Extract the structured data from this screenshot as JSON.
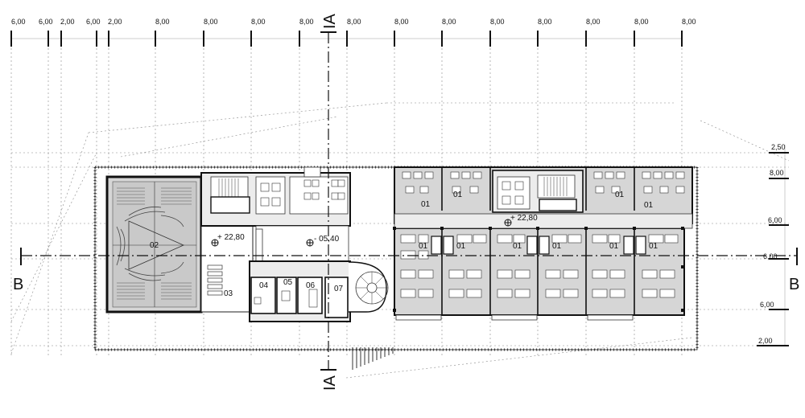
{
  "top_dimensions": [
    "6,00",
    "6,00",
    "2,00",
    "6,00",
    "2,00",
    "8,00",
    "8,00",
    "8,00",
    "8,00",
    "8,00",
    "8,00",
    "8,00",
    "8,00",
    "8,00",
    "8,00",
    "8,00",
    "8,00"
  ],
  "right_dimensions": [
    "2,50",
    "8,00",
    "6,00",
    "6,00",
    "6,00",
    "2,00"
  ],
  "section_marks": {
    "a_top": "IA",
    "a_bottom": "IA",
    "b_left": "B",
    "b_right": "B"
  },
  "levels": {
    "left_hall": "+ 22,80",
    "center": "- 05,40",
    "right_corridor": "+ 22,80"
  },
  "rooms": {
    "auditorium": "02",
    "foyer": "03",
    "room_04": "04",
    "room_05": "05",
    "room_06": "06",
    "room_07": "07",
    "office": "01"
  },
  "colors": {
    "room_fill": "#d6d6d6",
    "corridor_fill": "#ececec",
    "walls": "#111111",
    "grid": "#888888"
  }
}
